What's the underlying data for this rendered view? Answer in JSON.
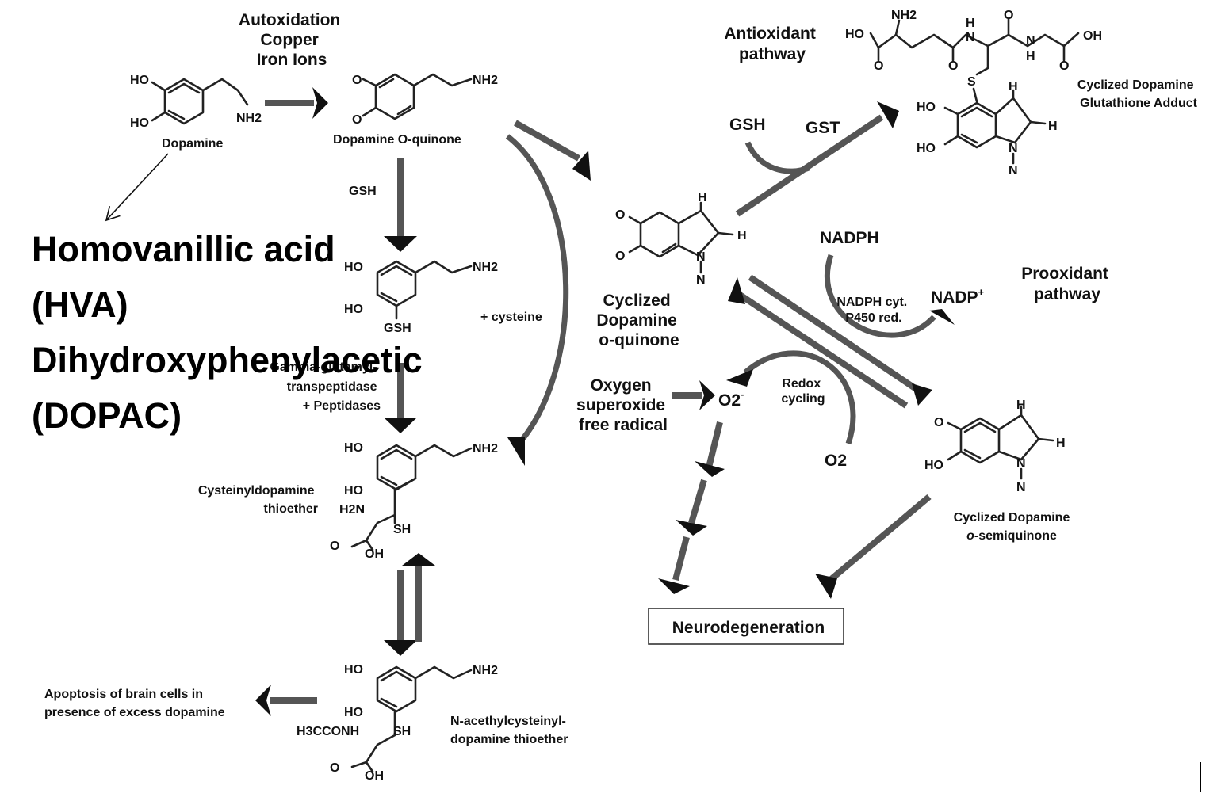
{
  "labels": {
    "autoxidation": [
      "Autoxidation",
      "Copper",
      "Iron Ions"
    ],
    "dopamine": "Dopamine",
    "dopamine_oq": "Dopamine O-quinone",
    "gsh_left": "GSH",
    "plus_cysteine": "+ cysteine",
    "peptidase": [
      "Gamma-glutamyl-",
      "transpeptidase",
      "+ Peptidases"
    ],
    "cysteinyl": [
      "Cysteinyldopamine",
      "thioether"
    ],
    "n_acetyl": [
      "N-acethylcysteinyl-",
      "dopamine thioether"
    ],
    "apoptosis": [
      "Apoptosis of brain cells in",
      "presence of excess dopamine"
    ],
    "antioxidant": [
      "Antioxidant",
      "pathway"
    ],
    "gsh_right": "GSH",
    "gst": "GST",
    "glut_adduct": [
      "Cyclized Dopamine",
      "Glutathione Adduct"
    ],
    "cyclized_oq": [
      "Cyclized",
      "Dopamine",
      "o-quinone"
    ],
    "nadph": "NADPH",
    "nadph_cyt": [
      "NADPH cyt.",
      "P450 red."
    ],
    "nadp": "NADP",
    "nadp_sup": "+",
    "prooxidant": [
      "Prooxidant",
      "pathway"
    ],
    "oxygen_superoxide": [
      "Oxygen",
      "superoxide",
      "free radical"
    ],
    "o2_superoxide": "O2",
    "o2_superoxide_sup": "-",
    "redox": [
      "Redox",
      "cycling"
    ],
    "o2": "O2",
    "semiquinone_1": "Cyclized Dopamine",
    "semiquinone_2a": "o",
    "semiquinone_2b": "-semiquinone",
    "neuro": "Neurodegeneration",
    "overlay": [
      "Homovanillic acid",
      "(HVA)",
      "Dihydroxyphenylacetic",
      "(DOPAC)"
    ]
  },
  "atoms": {
    "ho": "HO",
    "o": "O",
    "oh": "OH",
    "nh2": "NH2",
    "nh": "NH",
    "n": "N",
    "h": "H",
    "s": "S",
    "sh": "SH",
    "gsh": "GSH",
    "h2n": "H2N",
    "h3cconh": "H3CCONH"
  },
  "colors": {
    "arrow_shaft": "#555555",
    "arrow_head": "#111111",
    "text": "#111111"
  }
}
